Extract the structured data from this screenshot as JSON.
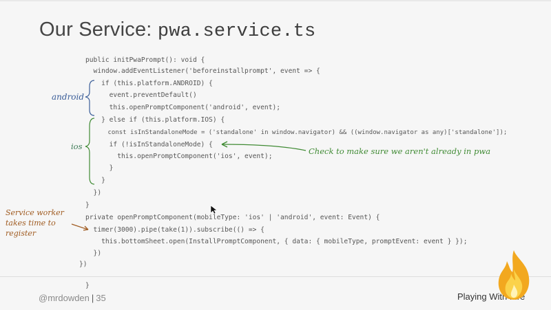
{
  "slide": {
    "title_text": "Our Service: ",
    "title_mono": "pwa.service.ts",
    "code_lines": [
      "public initPwaPrompt(): void {",
      "  window.addEventListener('beforeinstallprompt', event => {",
      "    if (this.platform.ANDROID) {",
      "      event.preventDefault()",
      "      this.openPromptComponent('android', event);",
      "    } else if (this.platform.IOS) {",
      "      const isInStandaloneMode = ('standalone' in window.navigator) && ((window.navigator as any)['standalone']);",
      "      if (!isInStandaloneMode) {",
      "        this.openPromptComponent('ios', event);",
      "      }",
      "    }",
      "  })",
      "}",
      "private openPromptComponent(mobileType: 'ios' | 'android', event: Event) {",
      "  timer(3000).pipe(take(1)).subscribe(() => {",
      "    this.bottomSheet.open(InstallPromptComponent, { data: { mobileType, promptEvent: event } });",
      "  })",
      "})",
      "}"
    ],
    "annotations": {
      "android": "android",
      "ios": "ios",
      "check": "Check to make sure we aren't already in pwa",
      "service_worker": "Service worker takes time to register"
    },
    "colors": {
      "android_note": "#3b5e99",
      "check_note": "#3f8a33",
      "service_note": "#a05c22"
    }
  },
  "footer": {
    "handle": "@mrdowden",
    "separator": "|",
    "page_number": "35",
    "brand": "Playing With Fire"
  }
}
